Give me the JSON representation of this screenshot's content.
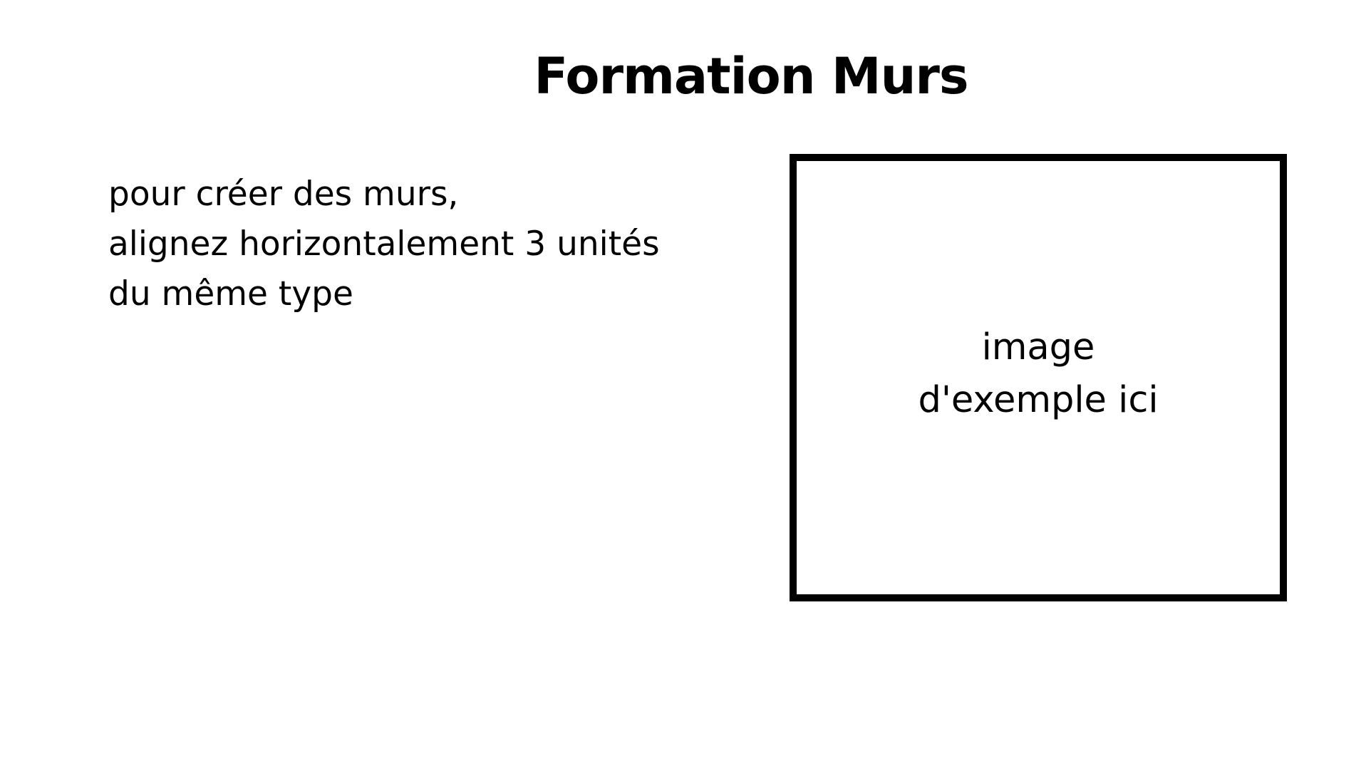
{
  "slide": {
    "title": "Formation Murs",
    "instructions": [
      "pour créer des murs,",
      "alignez horizontalement 3 unités",
      "du même type"
    ],
    "image_placeholder": [
      "image",
      "d'exemple ici"
    ]
  },
  "colors": {
    "background": "#ffffff",
    "text": "#000000",
    "frame_border": "#000000"
  }
}
